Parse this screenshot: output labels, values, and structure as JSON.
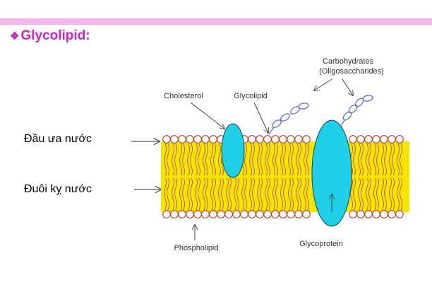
{
  "slide": {
    "title": "Glycolipid:",
    "bullet_icon": "diamond-bullet-icon",
    "accent_color": "#cc22cc",
    "band_color": "#f7b5f0"
  },
  "labels": {
    "hydrophilic_head": "Đầu ưa nước",
    "hydrophobic_tail": "Đuôi kỵ nước"
  },
  "diagram": {
    "carbohydrates_line1": "Carbohydrates",
    "carbohydrates_line2": "(Oligosaccharides)",
    "cholesterol": "Cholesterol",
    "glycolipid": "Glycolipid",
    "phospholipid": "Phospholipid",
    "glycoprotein": "Glycoprotein",
    "membrane_color": "#f5e600",
    "protein_color": "#1fd0e8",
    "sugar_color": "#5a6fd8"
  }
}
